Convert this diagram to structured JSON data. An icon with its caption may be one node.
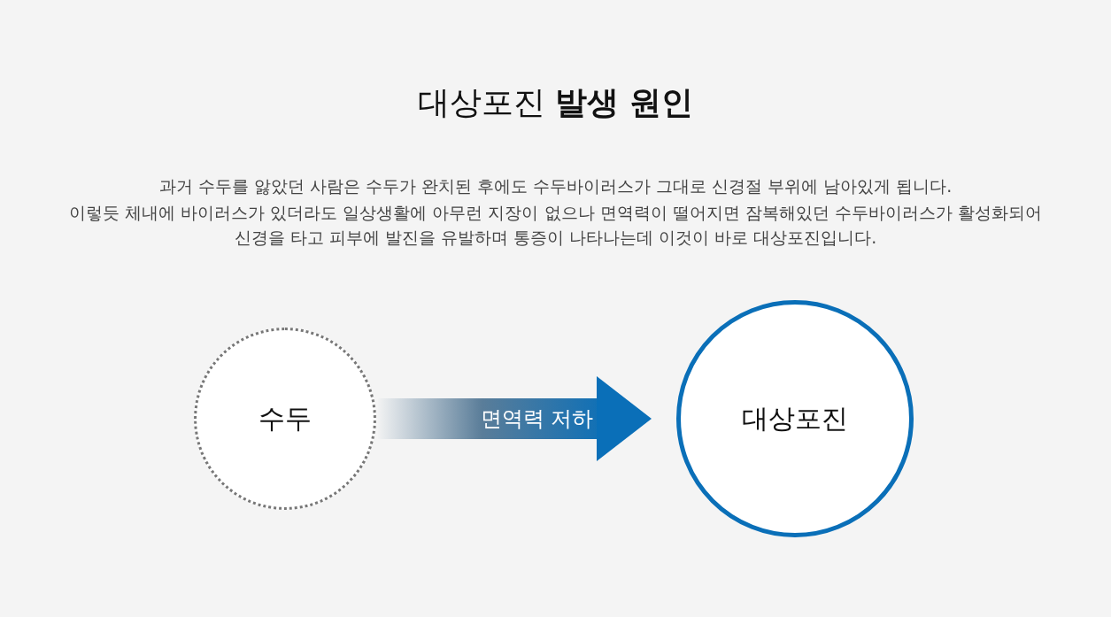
{
  "diagram": {
    "title": "대상포진 **발생 원인**",
    "nodes": [
      {
        "text": [
          "수두"
        ]
      },
      {
        "text": [
          "대상포진"
        ]
      }
    ],
    "edges": [
      {
        "from": 0,
        "to": 1,
        "arrow": "to",
        "label": "면역력 저하",
        "style": "thick"
      }
    ],
    "labels": [
      "과거 수두를 앓았던 사람은 수두가 완치된 후에도 수두바이러스가 그대로 신경절 부위에 남아있게 됩니다.",
      "이렇듯 체내에 바이러스가 있더라도 일상생활에 아무런 지장이 없으나 면역력이 떨어지면 잠복해있던 수두바이러스가 활성화되어 신경을 타고 피부에 발진을 유발하며 통증이 나타나는데 이것이 바로 대상포진입니다."
    ]
  }
}
